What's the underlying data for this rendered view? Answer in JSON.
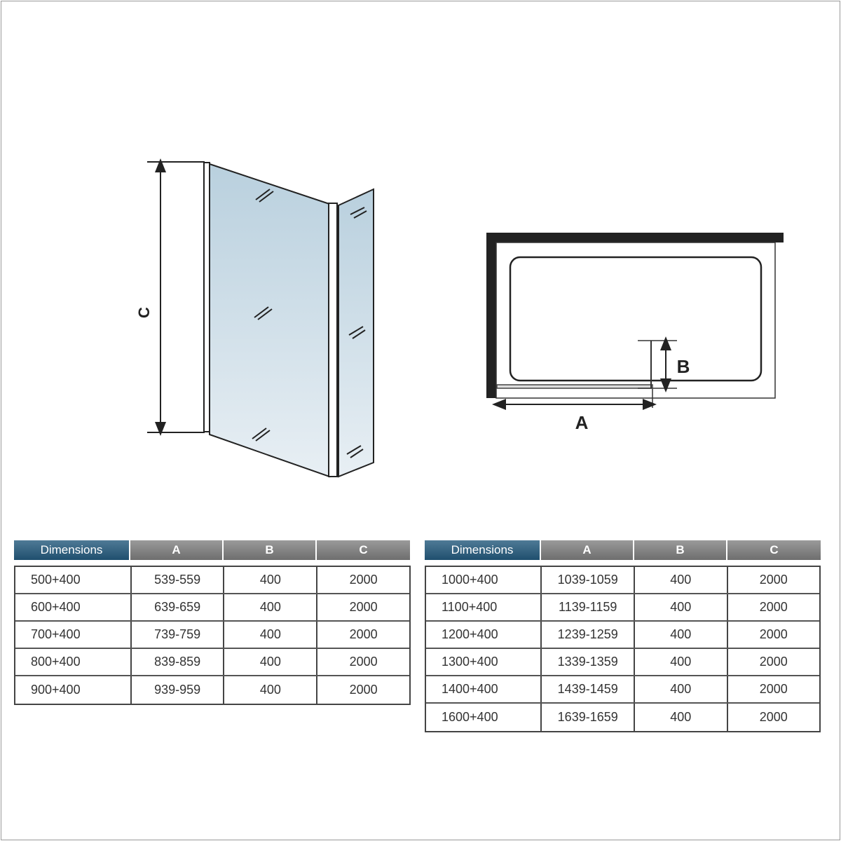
{
  "diagram_labels": {
    "height": "C",
    "width": "A",
    "return_panel": "B"
  },
  "colors": {
    "header_dimensions": "#2b5b7a",
    "header_column": "#7f7f7f",
    "glass": "#c9dbe6"
  },
  "table_left": {
    "headers": [
      "Dimensions",
      "A",
      "B",
      "C"
    ],
    "rows": [
      [
        "500+400",
        "539-559",
        "400",
        "2000"
      ],
      [
        "600+400",
        "639-659",
        "400",
        "2000"
      ],
      [
        "700+400",
        "739-759",
        "400",
        "2000"
      ],
      [
        "800+400",
        "839-859",
        "400",
        "2000"
      ],
      [
        "900+400",
        "939-959",
        "400",
        "2000"
      ]
    ]
  },
  "table_right": {
    "headers": [
      "Dimensions",
      "A",
      "B",
      "C"
    ],
    "rows": [
      [
        "1000+400",
        "1039-1059",
        "400",
        "2000"
      ],
      [
        "1100+400",
        "1139-1159",
        "400",
        "2000"
      ],
      [
        "1200+400",
        "1239-1259",
        "400",
        "2000"
      ],
      [
        "1300+400",
        "1339-1359",
        "400",
        "2000"
      ],
      [
        "1400+400",
        "1439-1459",
        "400",
        "2000"
      ],
      [
        "1600+400",
        "1639-1659",
        "400",
        "2000"
      ]
    ]
  }
}
